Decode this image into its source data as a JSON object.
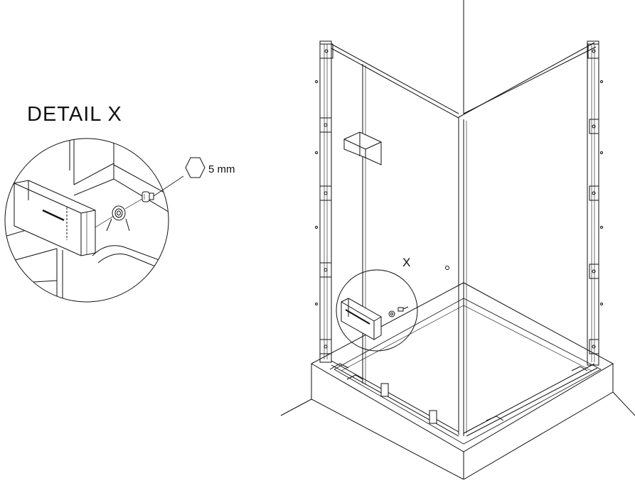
{
  "diagram": {
    "detail_title": "DETAIL X",
    "hex_key_size": "5 mm",
    "callout_marker": "X"
  },
  "colors": {
    "line": "#111111",
    "background": "#ffffff"
  },
  "icons": [
    "hex-key-icon",
    "hinge-screw-icon"
  ]
}
